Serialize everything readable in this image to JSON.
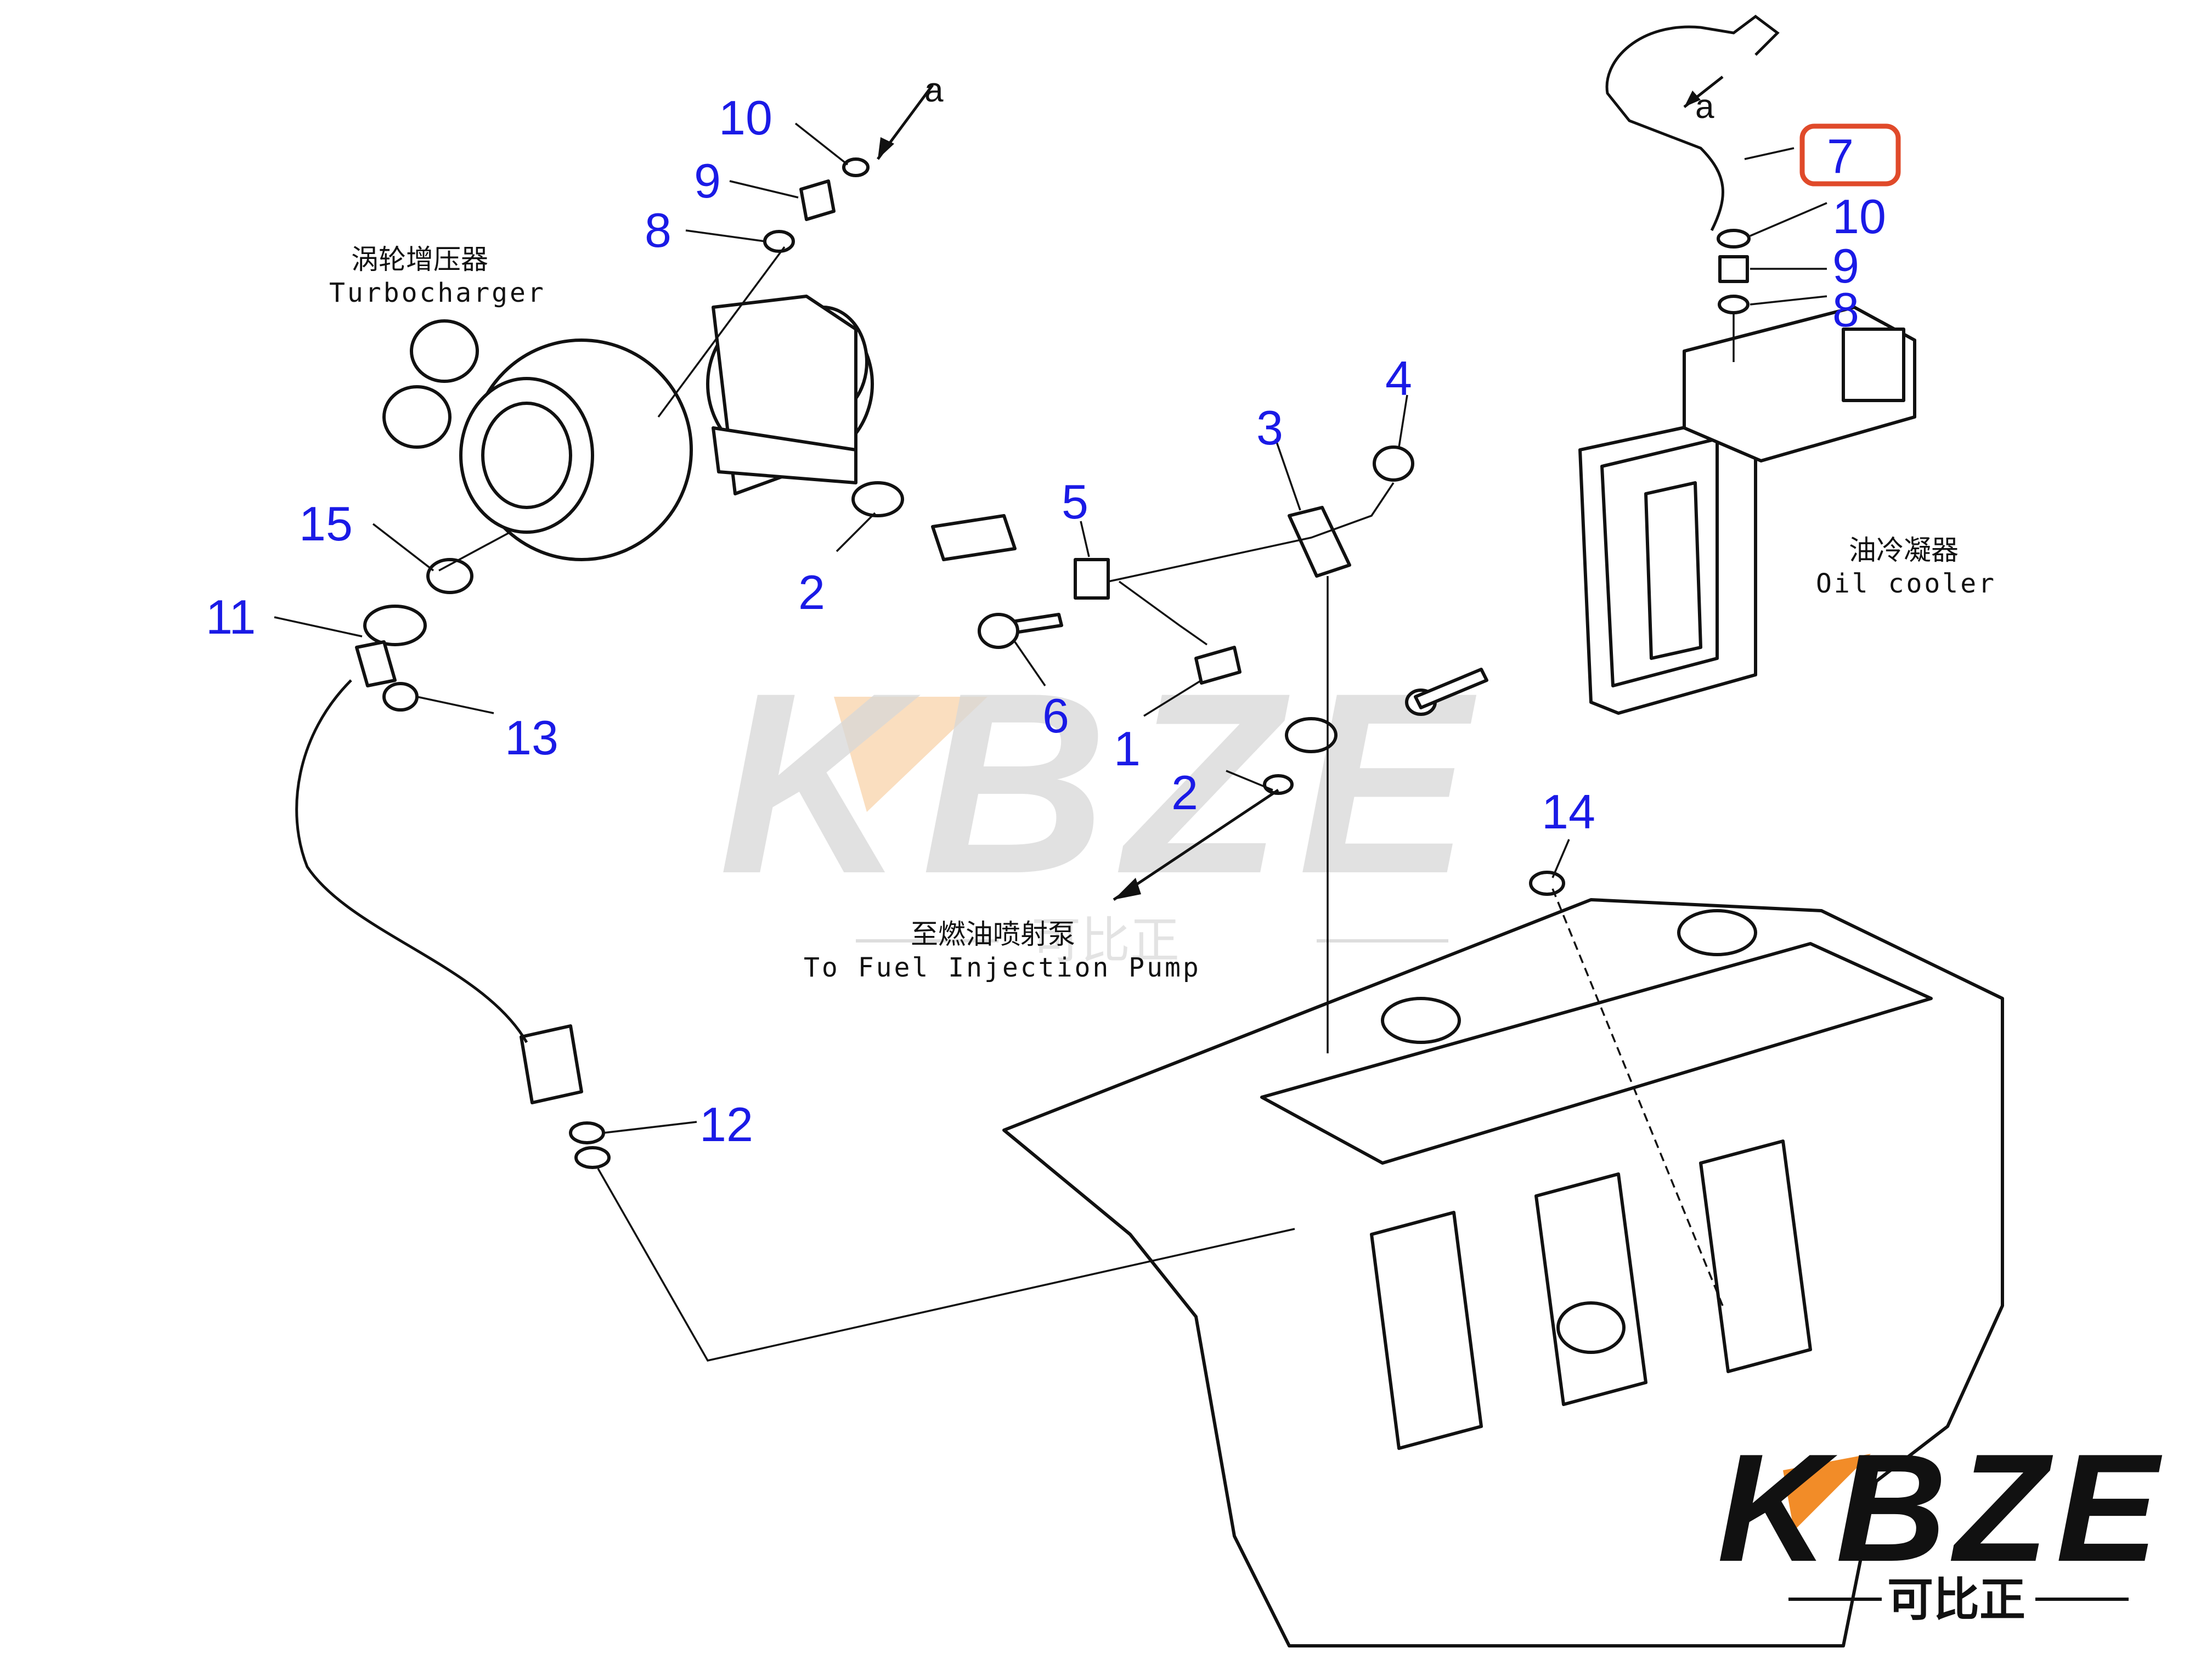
{
  "diagram": {
    "callouts": {
      "c10a": "10",
      "c9a": "9",
      "c8a": "8",
      "c7": "7",
      "c10b": "10",
      "c9b": "9",
      "c8b": "8",
      "c4": "4",
      "c3": "3",
      "c5": "5",
      "c2a": "2",
      "c15": "15",
      "c11": "11",
      "c13": "13",
      "c6": "6",
      "c1": "1",
      "c2b": "2",
      "c14": "14",
      "c12": "12"
    },
    "arrow_letters": {
      "left": "a",
      "right": "a"
    },
    "labels": {
      "turbocharger_cn": "涡轮增压器",
      "turbocharger_en": "Turbocharger",
      "oil_cooler_cn": "油冷凝器",
      "oil_cooler_en": "Oil cooler",
      "fuel_pump_cn": "至燃油喷射泵",
      "fuel_pump_en": "To Fuel Injection Pump"
    },
    "highlight": {
      "target": "7",
      "color": "#e04a2a"
    },
    "colors": {
      "callout": "#1a1ae6",
      "lines": "#111111",
      "watermark": "#d8d8d8",
      "logo_accent": "#f28c28"
    }
  },
  "branding": {
    "watermark_text": "KBZE",
    "watermark_sub": "可比正",
    "logo_text": "KBZE",
    "logo_sub": "可比正"
  }
}
